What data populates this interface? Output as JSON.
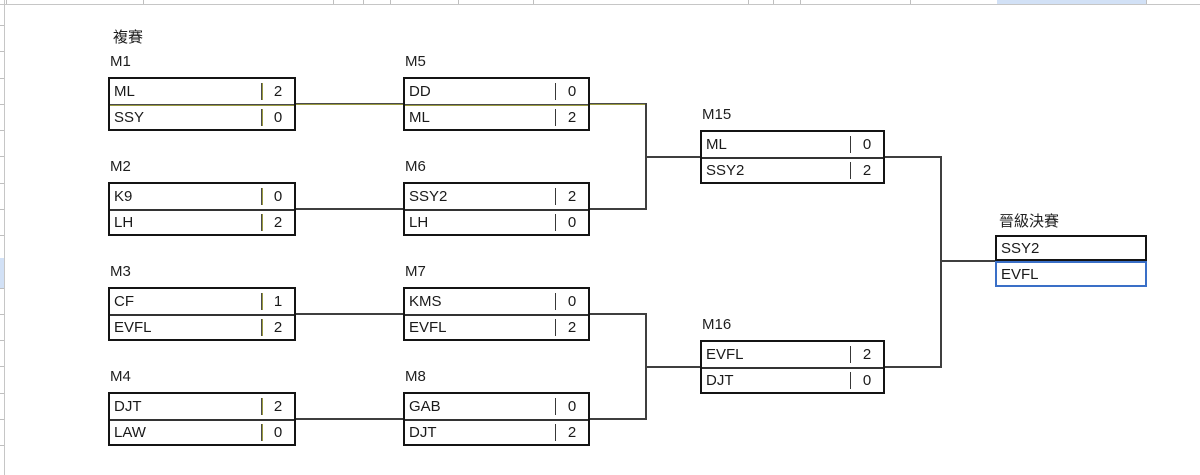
{
  "sheet": {
    "round_label": "複賽",
    "final_label": "晉級決賽"
  },
  "matches": [
    {
      "id": "M1",
      "players": [
        {
          "name": "ML",
          "score": "2"
        },
        {
          "name": "SSY",
          "score": "0"
        }
      ]
    },
    {
      "id": "M2",
      "players": [
        {
          "name": "K9",
          "score": "0"
        },
        {
          "name": "LH",
          "score": "2"
        }
      ]
    },
    {
      "id": "M3",
      "players": [
        {
          "name": "CF",
          "score": "1"
        },
        {
          "name": "EVFL",
          "score": "2"
        }
      ]
    },
    {
      "id": "M4",
      "players": [
        {
          "name": "DJT",
          "score": "2"
        },
        {
          "name": "LAW",
          "score": "0"
        }
      ]
    },
    {
      "id": "M5",
      "players": [
        {
          "name": "DD",
          "score": "0"
        },
        {
          "name": "ML",
          "score": "2"
        }
      ]
    },
    {
      "id": "M6",
      "players": [
        {
          "name": "SSY2",
          "score": "2"
        },
        {
          "name": "LH",
          "score": "0"
        }
      ]
    },
    {
      "id": "M7",
      "players": [
        {
          "name": "KMS",
          "score": "0"
        },
        {
          "name": "EVFL",
          "score": "2"
        }
      ]
    },
    {
      "id": "M8",
      "players": [
        {
          "name": "GAB",
          "score": "0"
        },
        {
          "name": "DJT",
          "score": "2"
        }
      ]
    },
    {
      "id": "M15",
      "players": [
        {
          "name": "ML",
          "score": "0"
        },
        {
          "name": "SSY2",
          "score": "2"
        }
      ]
    },
    {
      "id": "M16",
      "players": [
        {
          "name": "EVFL",
          "score": "2"
        },
        {
          "name": "DJT",
          "score": "0"
        }
      ]
    }
  ],
  "final": {
    "players": [
      "SSY2",
      "EVFL"
    ],
    "selected_player": "EVFL"
  },
  "colors": {
    "box_border": "#141414",
    "connector": "#3f3f3f",
    "accent_olive": "#9a9a40",
    "selection_blue": "#3a6fc7",
    "header_highlight": "#d2e1f6",
    "gridline": "#c6c6c6"
  }
}
